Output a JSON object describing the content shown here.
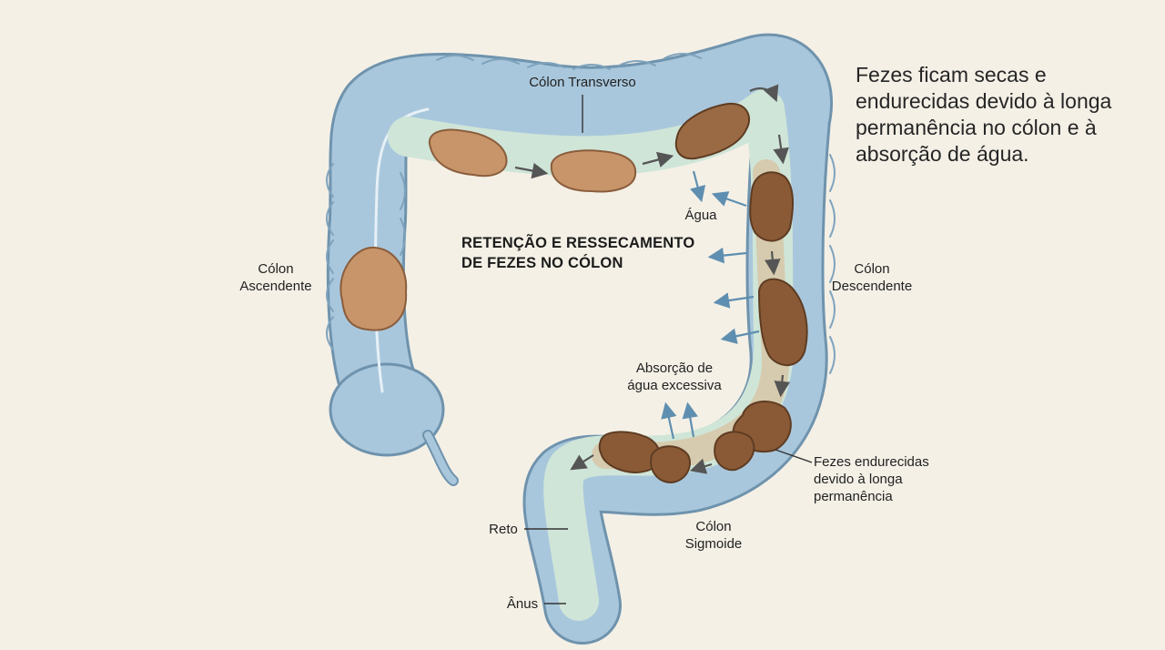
{
  "title": "RETENÇÃO E RESSECAMENTO\nDE FEZES NO CÓLON",
  "description": "Fezes ficam secas e endurecidas devido à longa permanência no cólon e à absorção de água.",
  "labels": {
    "transverse": "Cólon Transverso",
    "water": "Água",
    "ascending": "Cólon\nAscendente",
    "descending": "Cólon\nDescendente",
    "absorption": "Absorção de\nágua excessiva",
    "hardened": "Fezes endurecidas\ndevido à longa\npermanência",
    "rectum": "Reto",
    "sigmoid": "Cólon\nSigmoide",
    "anus": "Ânus"
  },
  "colors": {
    "background": "#f4f0e6",
    "colon_wall": "#a9c7dc",
    "colon_outline": "#6f93ad",
    "lumen": "#cfe5d8",
    "soft_stool": "#c8956a",
    "hard_stool": "#7a5335",
    "arrow_gray": "#555555",
    "arrow_blue": "#5f8fb0"
  }
}
